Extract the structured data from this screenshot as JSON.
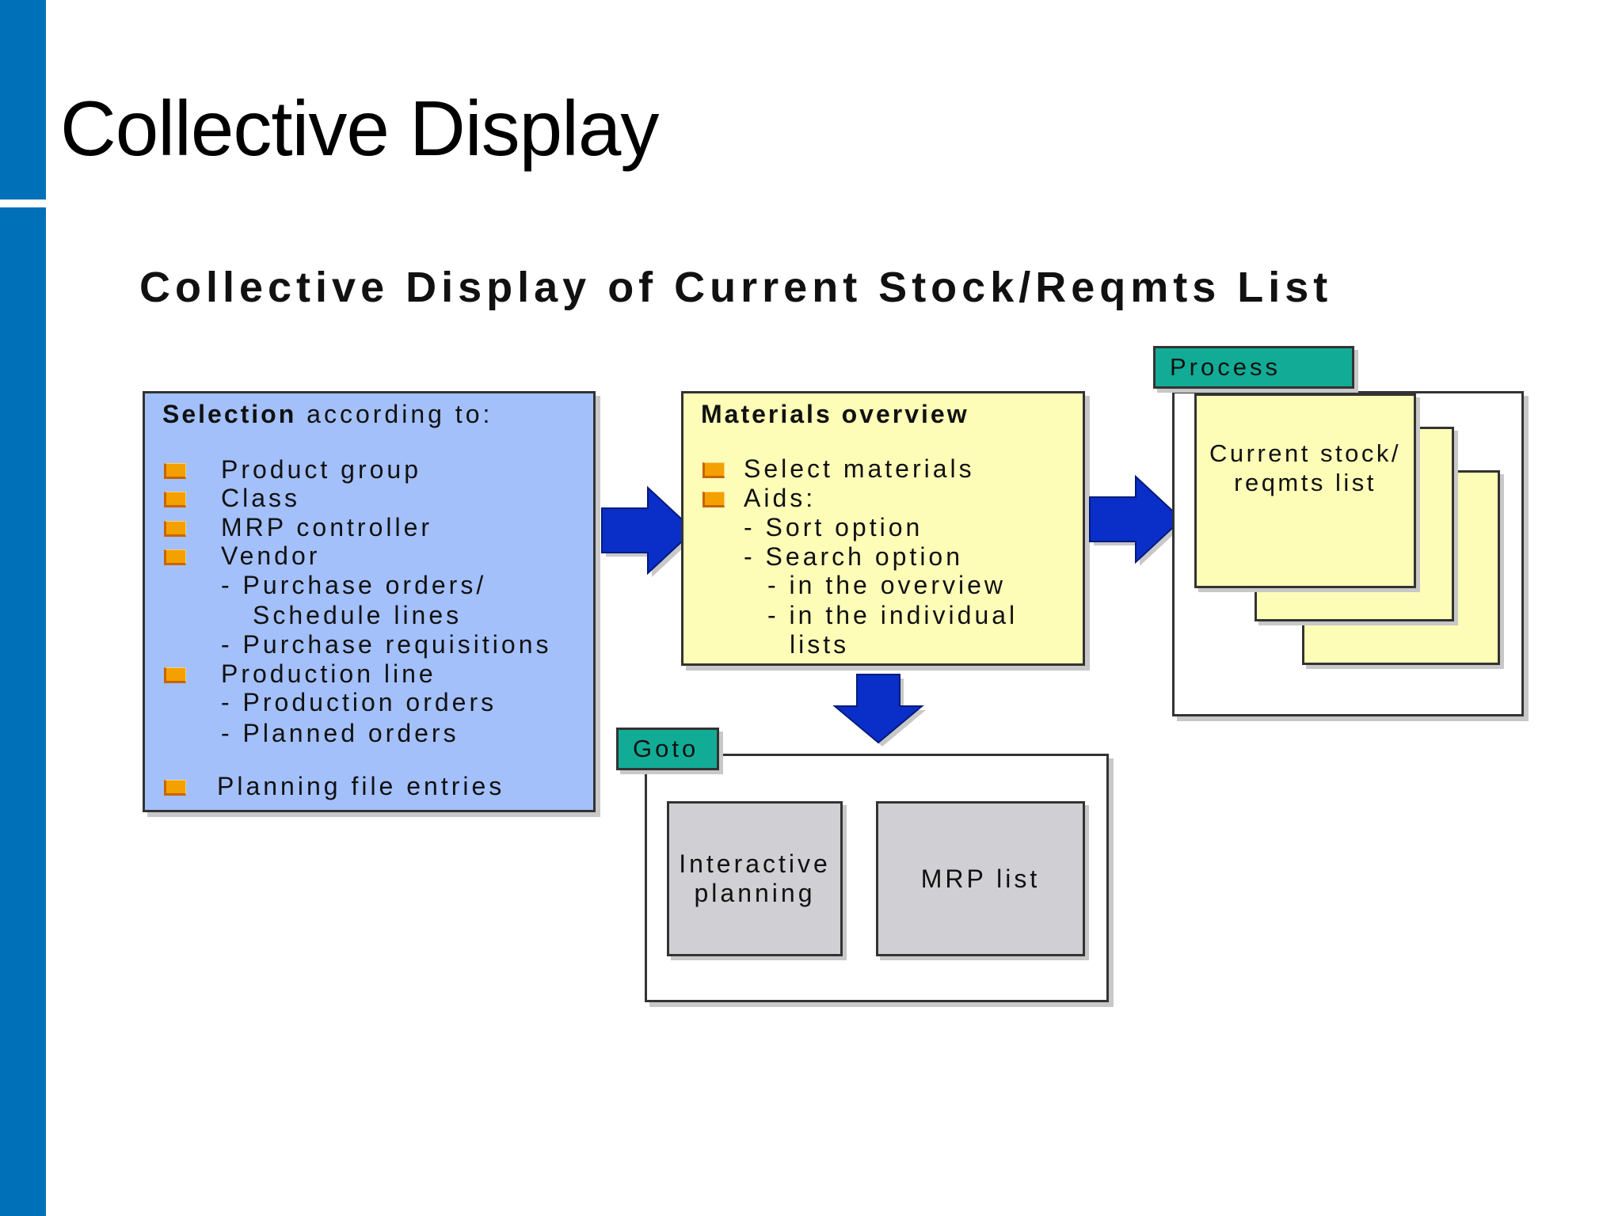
{
  "slide": {
    "title": "Collective Display",
    "diagram_title": "Collective Display of Current Stock/Reqmts List"
  },
  "selection": {
    "header_bold": "Selection",
    "header_rest": " according to:",
    "items": [
      "Product group",
      "Class",
      "MRP controller",
      "Vendor",
      "-   Purchase orders/",
      "Schedule lines",
      "-   Purchase requisitions",
      "Production line",
      "-   Production orders",
      "-   Planned orders",
      "Planning file entries"
    ]
  },
  "materials": {
    "header": "Materials overview",
    "items": [
      "Select materials",
      "Aids:",
      "- Sort option",
      "- Search option",
      "-  in the overview",
      "-  in the individual",
      "lists"
    ]
  },
  "process": {
    "tab": "Process",
    "sheet_text": "Current stock/\nreqmts list"
  },
  "goto": {
    "tab": "Goto",
    "box1": "Interactive\nplanning",
    "box2": "MRP list"
  },
  "colors": {
    "sidebar": "#0070b8",
    "selection_fill": "#a3c0fb",
    "overview_fill": "#fdfdb8",
    "tab_fill": "#12ac96",
    "arrow": "#0a2fc8",
    "bullet": "#f4a000",
    "gray_box": "#d0d0d4"
  },
  "icons": {
    "arrow": "block-arrow-icon",
    "bullet": "orange-square-bullet-icon"
  }
}
